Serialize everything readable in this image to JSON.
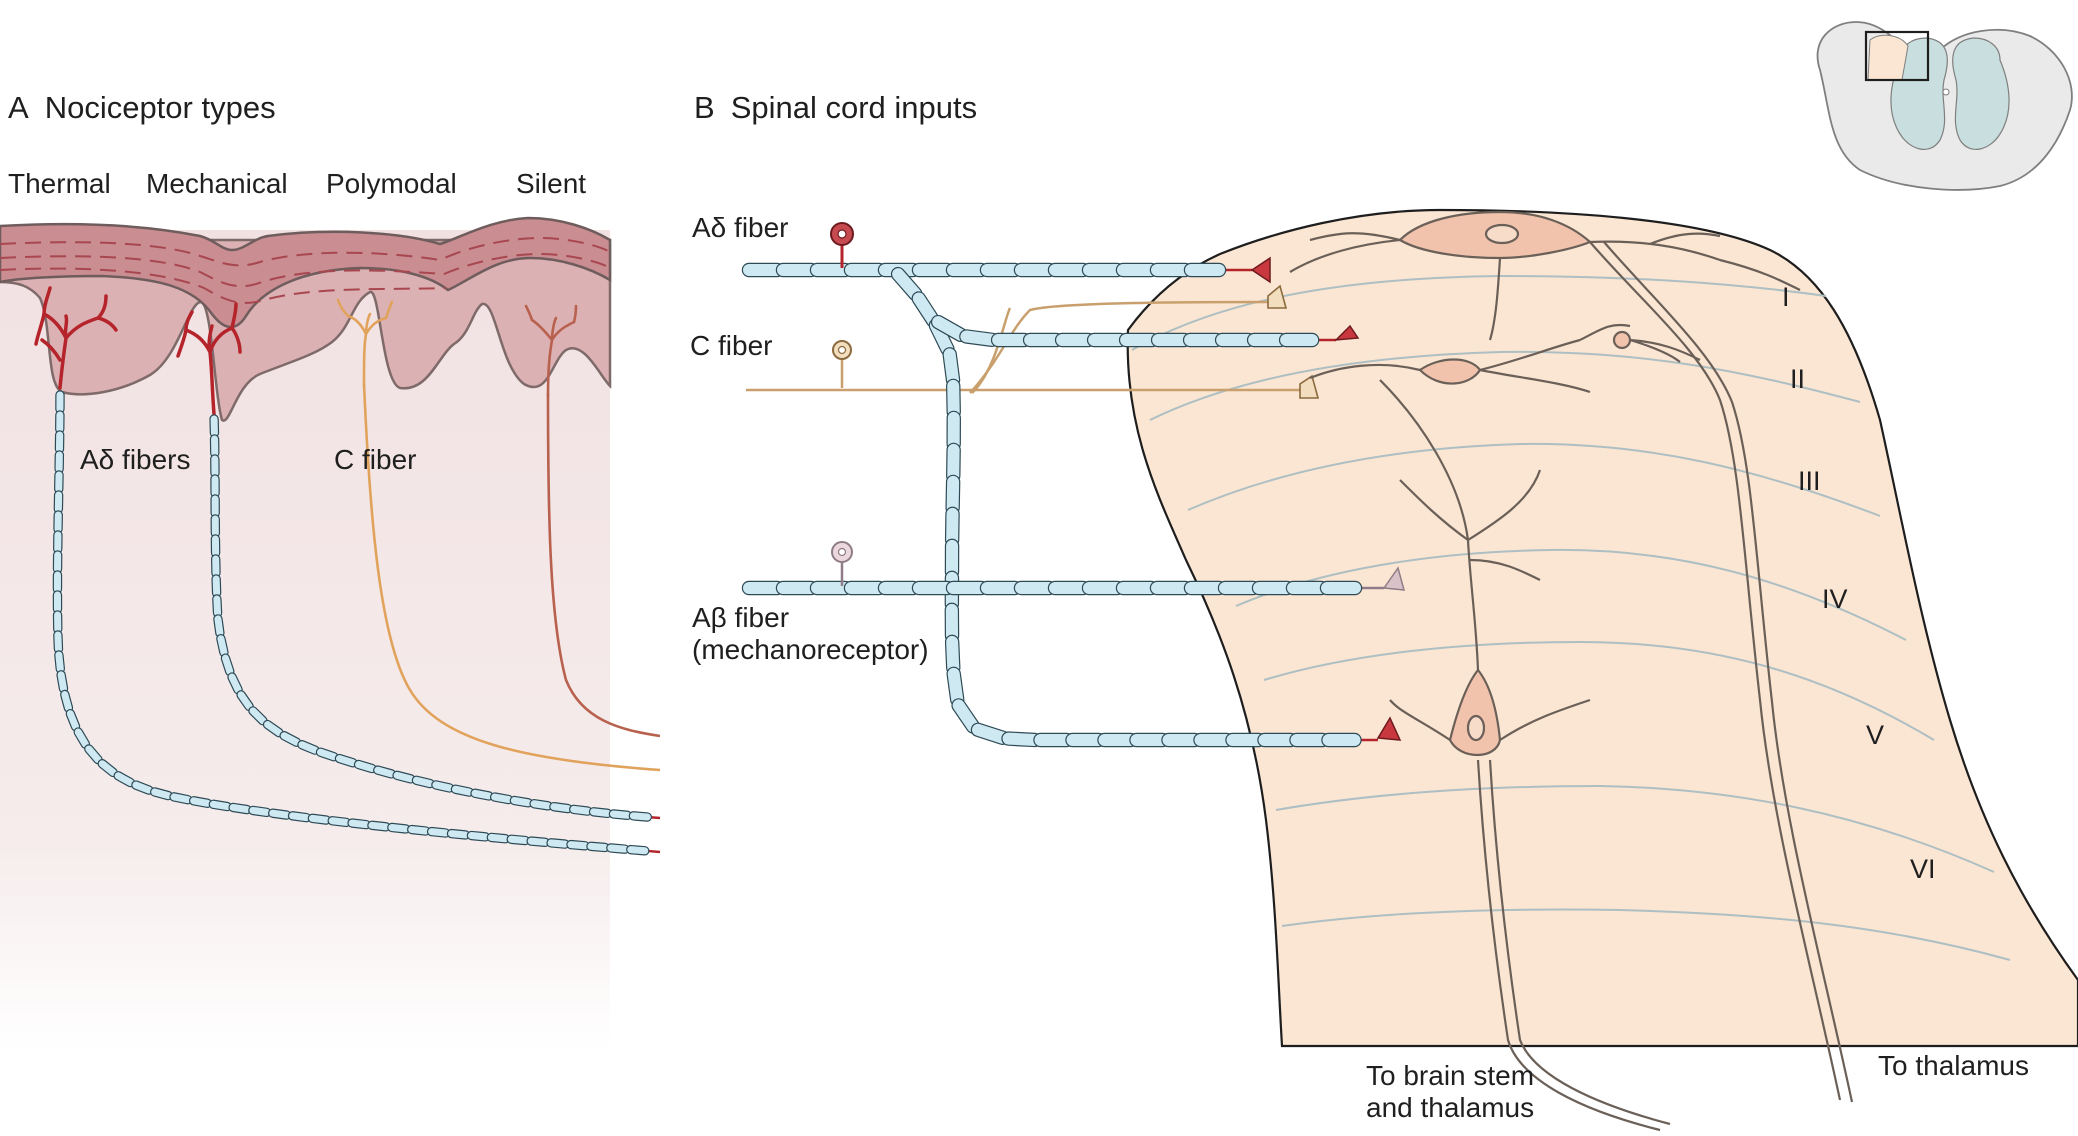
{
  "panel_a": {
    "letter": "A",
    "title": "Nociceptor types",
    "types": [
      {
        "label": "Thermal"
      },
      {
        "label": "Mechanical"
      },
      {
        "label": "Polymodal"
      },
      {
        "label": "Silent"
      }
    ],
    "labels": {
      "ad_fibers": "Aδ fibers",
      "c_fiber": "C fiber"
    }
  },
  "panel_b": {
    "letter": "B",
    "title": "Spinal cord inputs",
    "fibers": {
      "ad": "Aδ fiber",
      "c": "C fiber",
      "ab_line1": "Aβ fiber",
      "ab_line2": "(mechanoreceptor)"
    },
    "laminae": [
      "I",
      "II",
      "III",
      "IV",
      "V",
      "VI"
    ],
    "outputs": {
      "brainstem_line1": "To brain stem",
      "brainstem_line2": "and thalamus",
      "thalamus": "To thalamus"
    }
  },
  "colors": {
    "skin": "#d7a9ac",
    "skin_lower": "#f0e2e3",
    "myelin": "#cfe9f3",
    "axon_red": "#b5242b",
    "c_fiber": "#e1a35c",
    "silent_fiber": "#b8614e",
    "cord": "#fbe6d3",
    "neuron": "#f1c3ad"
  }
}
